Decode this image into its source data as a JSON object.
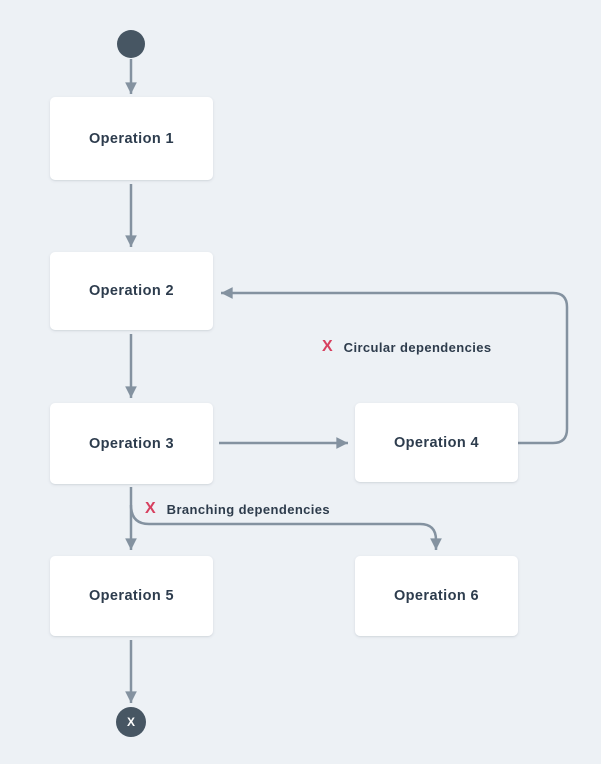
{
  "diagram": {
    "nodes": {
      "start": {
        "type": "start-terminal"
      },
      "op1": {
        "label": "Operation 1"
      },
      "op2": {
        "label": "Operation 2"
      },
      "op3": {
        "label": "Operation 3"
      },
      "op4": {
        "label": "Operation 4"
      },
      "op5": {
        "label": "Operation 5"
      },
      "op6": {
        "label": "Operation 6"
      },
      "end": {
        "type": "end-terminal",
        "label": "X"
      }
    },
    "annotations": {
      "circular": {
        "icon": "X",
        "label": "Circular dependencies"
      },
      "branching": {
        "icon": "X",
        "label": "Branching dependencies"
      }
    },
    "edges": [
      "start -> op1",
      "op1 -> op2",
      "op2 -> op3",
      "op3 -> op4",
      "op4 -> op2 (loop back)",
      "op3 -> op5",
      "op3 -> op6 (branch)",
      "op5 -> end"
    ],
    "colors": {
      "background": "#edf1f5",
      "node_fill": "#ffffff",
      "node_text": "#2d3c4d",
      "connector": "#8492a0",
      "terminal_fill": "#475663",
      "terminal_text": "#ffffff",
      "error": "#d7405f"
    }
  }
}
